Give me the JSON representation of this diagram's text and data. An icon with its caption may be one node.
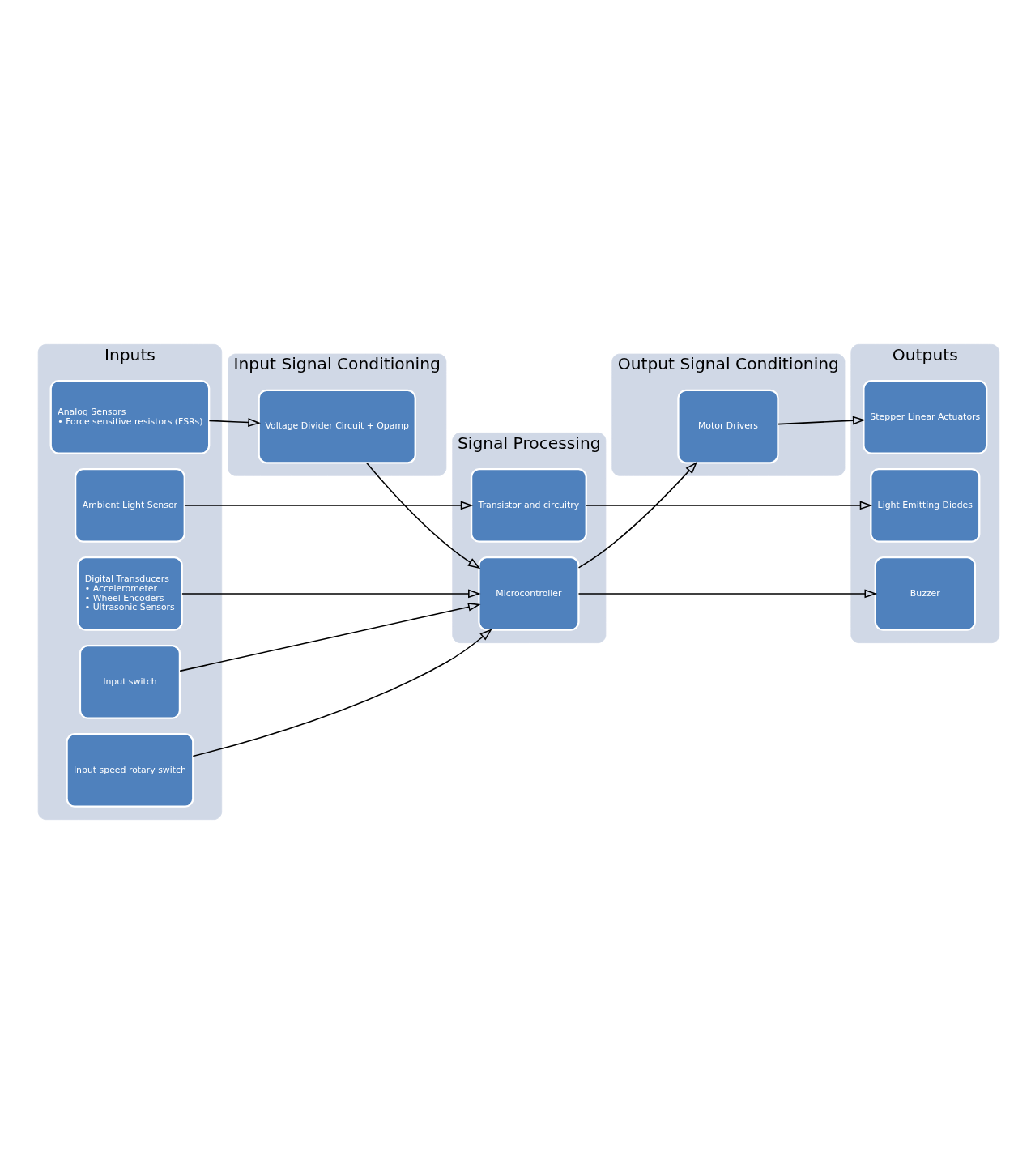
{
  "diagram": {
    "nodes": [
      {
        "text": [
          "Inputs"
        ]
      },
      {
        "text": [
          "Input Signal Conditioning"
        ]
      },
      {
        "text": [
          "Signal Processing"
        ]
      },
      {
        "text": [
          "Output Signal Conditioning"
        ]
      },
      {
        "text": [
          "Outputs"
        ]
      },
      {
        "text": [
          "Analog Sensors",
          "• Force sensitive resistors (FSRs)"
        ],
        "in": 0
      },
      {
        "text": [
          "Digital Transducers",
          "• Accelerometer",
          "• Wheel Encoders",
          "• Ultrasonic Sensors"
        ],
        "in": 0
      },
      {
        "text": [
          "Input speed rotary switch"
        ],
        "in": 0
      },
      {
        "text": [
          "Input switch"
        ],
        "in": 0
      },
      {
        "text": [
          "Ambient Light Sensor"
        ],
        "in": 0
      },
      {
        "text": [
          "Voltage Divider Circuit + Opamp"
        ],
        "in": 1
      },
      {
        "text": [
          "Microcontroller"
        ],
        "in": 2
      },
      {
        "text": [
          "Transistor and circuitry"
        ],
        "in": 2
      },
      {
        "text": [
          "Motor Drivers"
        ],
        "in": 3
      },
      {
        "text": [
          "Stepper Linear Actuators"
        ],
        "in": 4
      },
      {
        "text": [
          "Buzzer"
        ],
        "in": 4
      },
      {
        "text": [
          "Light Emitting Diodes"
        ],
        "in": 4
      }
    ],
    "edges": [
      {
        "from": 5,
        "to": 10,
        "arrow": "to"
      },
      {
        "from": 10,
        "to": 11,
        "arrow": "to"
      },
      {
        "from": 6,
        "to": 11,
        "arrow": "to"
      },
      {
        "from": 7,
        "to": 11,
        "arrow": "to"
      },
      {
        "from": 8,
        "to": 11,
        "arrow": "to"
      },
      {
        "from": 9,
        "to": 12,
        "arrow": "to"
      },
      {
        "from": 11,
        "to": 13,
        "arrow": "to"
      },
      {
        "from": 13,
        "to": 14,
        "arrow": "to"
      },
      {
        "from": 11,
        "to": 15,
        "arrow": "to"
      },
      {
        "from": 12,
        "to": 16,
        "arrow": "to"
      }
    ]
  }
}
